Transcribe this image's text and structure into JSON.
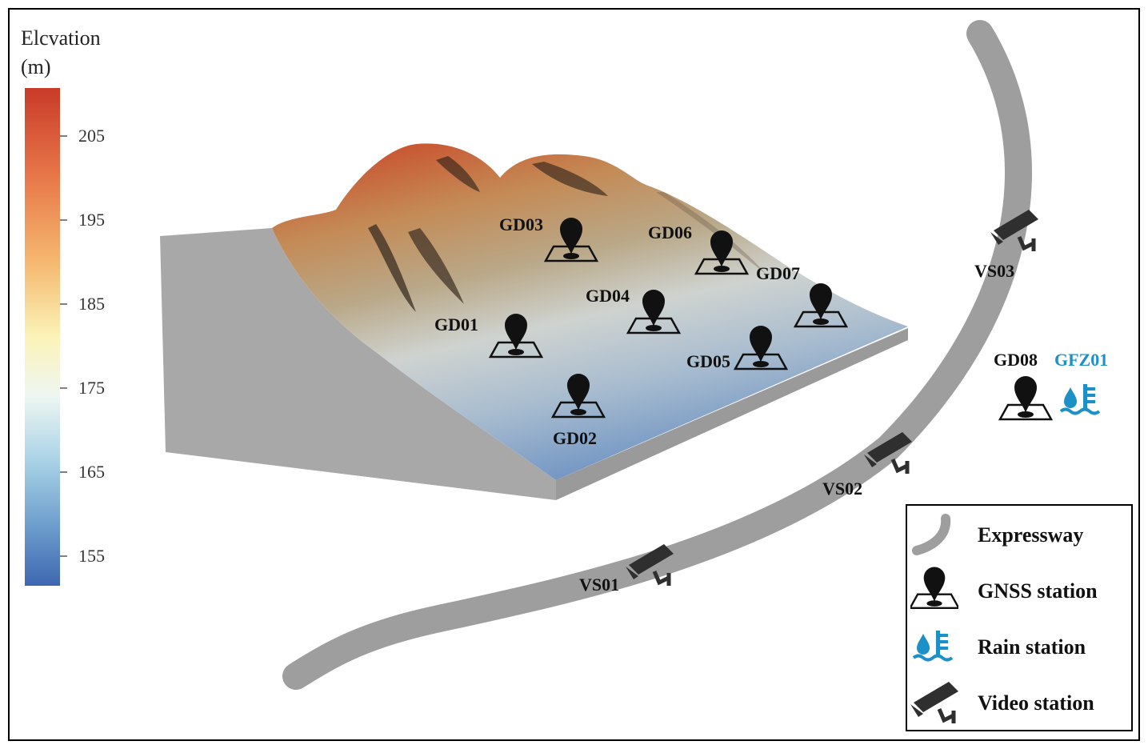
{
  "colorbar": {
    "title_line1": "Elcvation",
    "title_line2": "(m)",
    "ticks": [
      "205",
      "195",
      "185",
      "175",
      "165",
      "155"
    ]
  },
  "stations": {
    "gnss": [
      "GD01",
      "GD02",
      "GD03",
      "GD04",
      "GD05",
      "GD06",
      "GD07",
      "GD08"
    ],
    "rain": [
      "GFZ01"
    ],
    "video": [
      "VS01",
      "VS02",
      "VS03"
    ]
  },
  "colors": {
    "expressway": "#9e9e9e",
    "rain_station": "#1e90c8",
    "terrain_high": "#c8412d",
    "terrain_low": "#3d6cb3"
  },
  "legend": {
    "expressway": "Expressway",
    "gnss": "GNSS station",
    "rain": "Rain station",
    "video": "Video station"
  }
}
